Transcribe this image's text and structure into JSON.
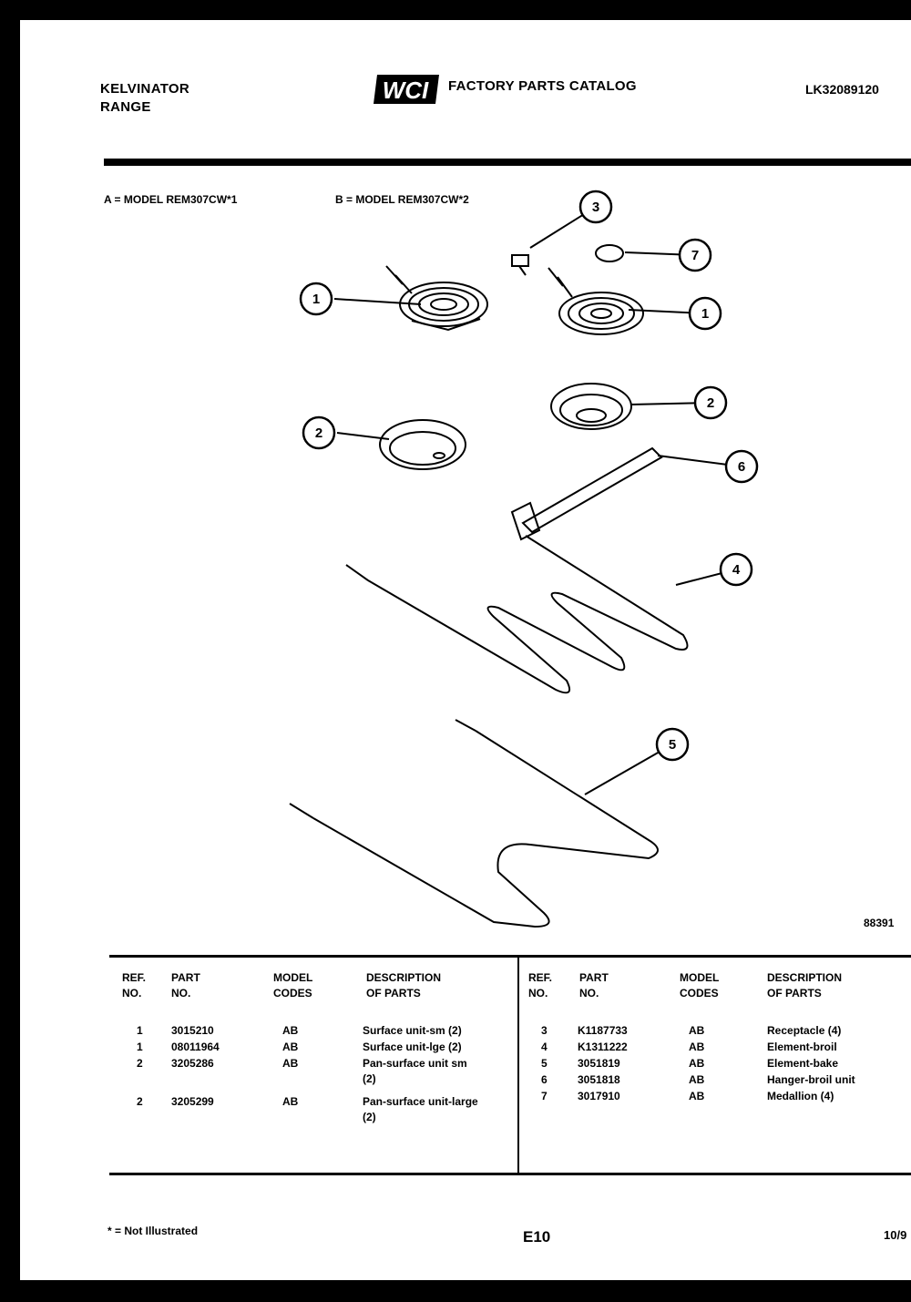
{
  "header": {
    "brand_line1": "KELVINATOR",
    "brand_line2": "RANGE",
    "logo_text": "WCI",
    "catalog_title": "FACTORY PARTS CATALOG",
    "doc_number": "LK32089120"
  },
  "models": {
    "a": "A = MODEL REM307CW*1",
    "b": "B = MODEL REM307CW*2"
  },
  "diagram": {
    "callouts": [
      "1",
      "1",
      "2",
      "2",
      "3",
      "4",
      "5",
      "6",
      "7"
    ],
    "figure_code": "88391"
  },
  "parts_table": {
    "headers": {
      "ref_no": [
        "REF.",
        "NO."
      ],
      "part_no": [
        "PART",
        "NO."
      ],
      "model_codes": [
        "MODEL",
        "CODES"
      ],
      "description": [
        "DESCRIPTION",
        "OF PARTS"
      ]
    },
    "left_rows": [
      {
        "ref": "1",
        "part": "3015210",
        "codes": "AB",
        "desc": "Surface unit-sm (2)"
      },
      {
        "ref": "1",
        "part": "08011964",
        "codes": "AB",
        "desc": "Surface unit-lge (2)"
      },
      {
        "ref": "2",
        "part": "3205286",
        "codes": "AB",
        "desc": "Pan-surface unit sm (2)"
      },
      {
        "ref": "2",
        "part": "3205299",
        "codes": "AB",
        "desc": "Pan-surface unit-large (2)"
      }
    ],
    "right_rows": [
      {
        "ref": "3",
        "part": "K1187733",
        "codes": "AB",
        "desc": "Receptacle (4)"
      },
      {
        "ref": "4",
        "part": "K1311222",
        "codes": "AB",
        "desc": "Element-broil"
      },
      {
        "ref": "5",
        "part": "3051819",
        "codes": "AB",
        "desc": "Element-bake"
      },
      {
        "ref": "6",
        "part": "3051818",
        "codes": "AB",
        "desc": "Hanger-broil unit"
      },
      {
        "ref": "7",
        "part": "3017910",
        "codes": "AB",
        "desc": "Medallion (4)"
      }
    ]
  },
  "footer": {
    "legend": "* = Not Illustrated",
    "page": "E10",
    "date": "10/9"
  }
}
